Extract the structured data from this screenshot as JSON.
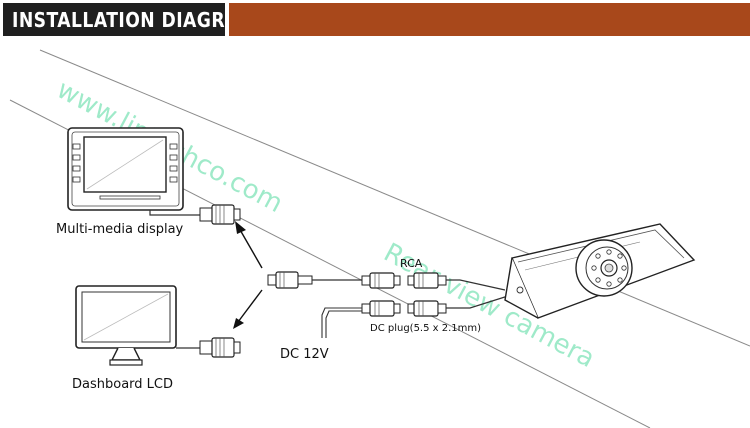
{
  "header": {
    "title": "INSTALLATION DIAGRAM",
    "accent_color": "#a8481b",
    "title_bg": "#1f1f1f"
  },
  "labels": {
    "multimedia": "Multi-media display",
    "dashboard": "Dashboard LCD",
    "rca": "RCA",
    "dc_plug": "DC plug(5.5 x 2.1mm)",
    "dc_power": "DC 12V"
  },
  "watermarks": {
    "site": "www.lintechco.com",
    "product": "Rear view camera"
  },
  "icons": [
    "multimedia-display-icon",
    "dashboard-lcd-icon",
    "rear-view-camera-icon",
    "rca-connector-icon",
    "dc-plug-icon",
    "arrow-icon"
  ]
}
